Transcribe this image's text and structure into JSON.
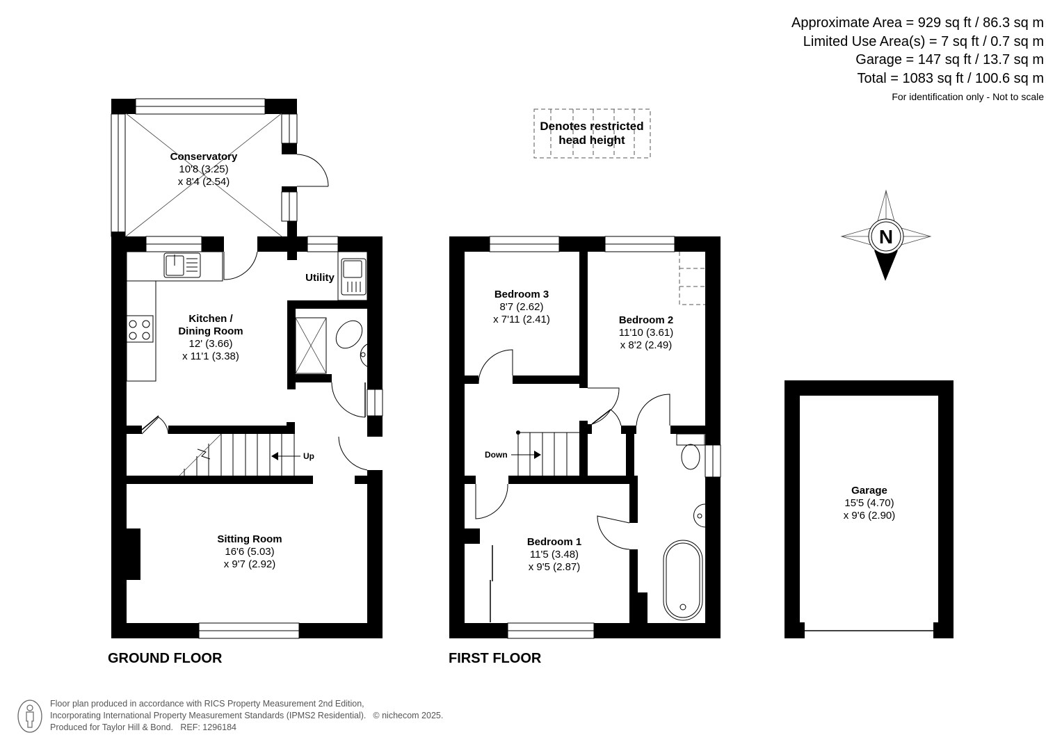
{
  "areas": {
    "approximate": "Approximate Area = 929 sq ft / 86.3 sq m",
    "limited_use": "Limited Use Area(s) = 7 sq ft / 0.7 sq m",
    "garage": "Garage = 147 sq ft / 13.7 sq m",
    "total": "Total = 1083 sq ft / 100.6 sq m",
    "note": "For identification only - Not to scale"
  },
  "legend": {
    "line1": "Denotes restricted",
    "line2": "head height"
  },
  "compass": {
    "label": "N"
  },
  "floors": {
    "ground": {
      "label": "GROUND FLOOR",
      "stairs_label": "Up",
      "rooms": {
        "conservatory": {
          "name": "Conservatory",
          "dim1": "10'8 (3.25)",
          "dim2": "x 8'4 (2.54)"
        },
        "kitchen": {
          "name1": "Kitchen /",
          "name2": "Dining Room",
          "dim1": "12' (3.66)",
          "dim2": "x 11'1 (3.38)"
        },
        "utility": {
          "name": "Utility"
        },
        "sitting": {
          "name": "Sitting Room",
          "dim1": "16'6 (5.03)",
          "dim2": "x 9'7 (2.92)"
        }
      }
    },
    "first": {
      "label": "FIRST FLOOR",
      "stairs_label": "Down",
      "rooms": {
        "bedroom3": {
          "name": "Bedroom 3",
          "dim1": "8'7 (2.62)",
          "dim2": "x 7'11 (2.41)"
        },
        "bedroom2": {
          "name": "Bedroom 2",
          "dim1": "11'10 (3.61)",
          "dim2": "x 8'2 (2.49)"
        },
        "bedroom1": {
          "name": "Bedroom 1",
          "dim1": "11'5 (3.48)",
          "dim2": "x 9'5 (2.87)"
        }
      }
    },
    "garage": {
      "rooms": {
        "garage": {
          "name": "Garage",
          "dim1": "15'5 (4.70)",
          "dim2": "x 9'6 (2.90)"
        }
      }
    }
  },
  "footer": {
    "line1": "Floor plan produced in accordance with RICS Property Measurement 2nd Edition,",
    "line2": "Incorporating International Property Measurement Standards (IPMS2 Residential).",
    "copyright": "© nichecom 2025.",
    "line3": "Produced for Taylor Hill & Bond.   REF: 1296184"
  }
}
